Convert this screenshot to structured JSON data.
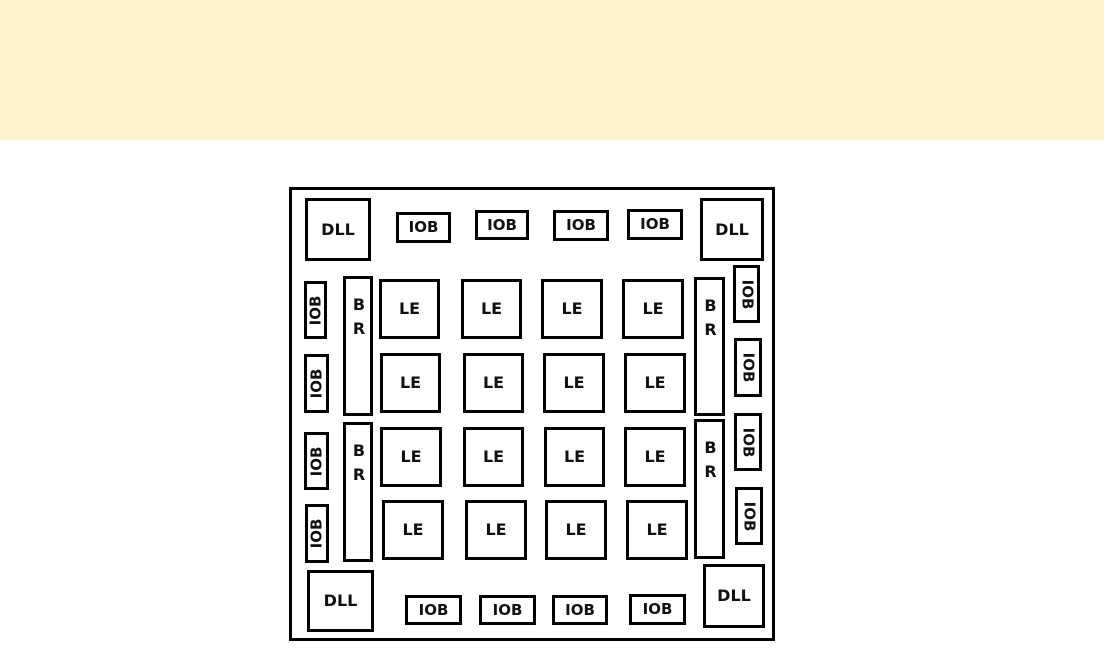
{
  "blocks": {
    "dll": "DLL",
    "iob": "IOB",
    "le": "LE",
    "br_top": "B",
    "br_bottom": "R"
  }
}
